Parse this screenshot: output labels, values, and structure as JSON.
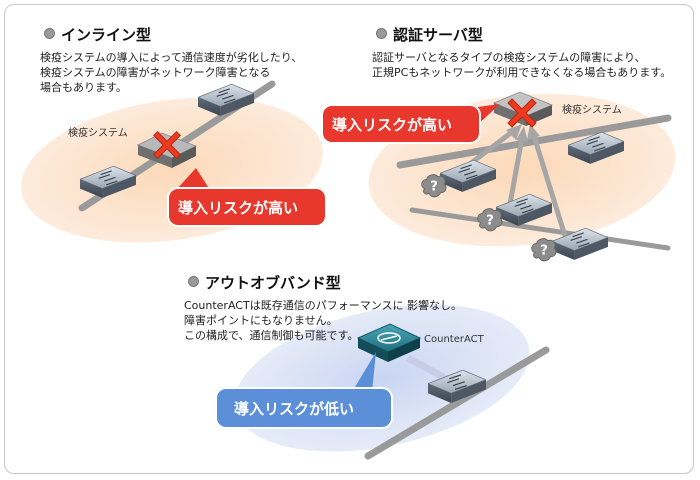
{
  "sections": {
    "inline": {
      "title": "インライン型",
      "desc": "検疫システムの導入によって通信速度が劣化したり、\n検疫システムの障害がネットワーク障害となる\n場合もあります。",
      "device_label": "検疫システム",
      "risk": "導入リスクが高い"
    },
    "auth_server": {
      "title": "認証サーバ型",
      "desc": "認証サーバとなるタイプの検疫システムの障害により、\n正規PCもネットワークが利用できなくなる場合もあります。",
      "device_label": "検疫システム",
      "risk": "導入リスクが高い"
    },
    "out_of_band": {
      "title": "アウトオブバンド型",
      "desc": "CounterACTは既存通信のパフォーマンスに 影響なし。\n障害ポイントにもなりません。\nこの構成で、通信制御も可能です。",
      "device_label": "CounterACT",
      "risk": "導入リスクが低い"
    }
  },
  "colors": {
    "high_risk": "#e8372c",
    "low_risk": "#5b8fd8",
    "inline_bg": "#fbe2cc",
    "oob_bg": "#dce4f6",
    "x_mark": "#ee3a1e"
  },
  "icons": {
    "bullet": "grey-dot",
    "switch": "network-switch-icon",
    "unknown_pc": "question-mark-icon",
    "block": "x-mark-icon"
  }
}
